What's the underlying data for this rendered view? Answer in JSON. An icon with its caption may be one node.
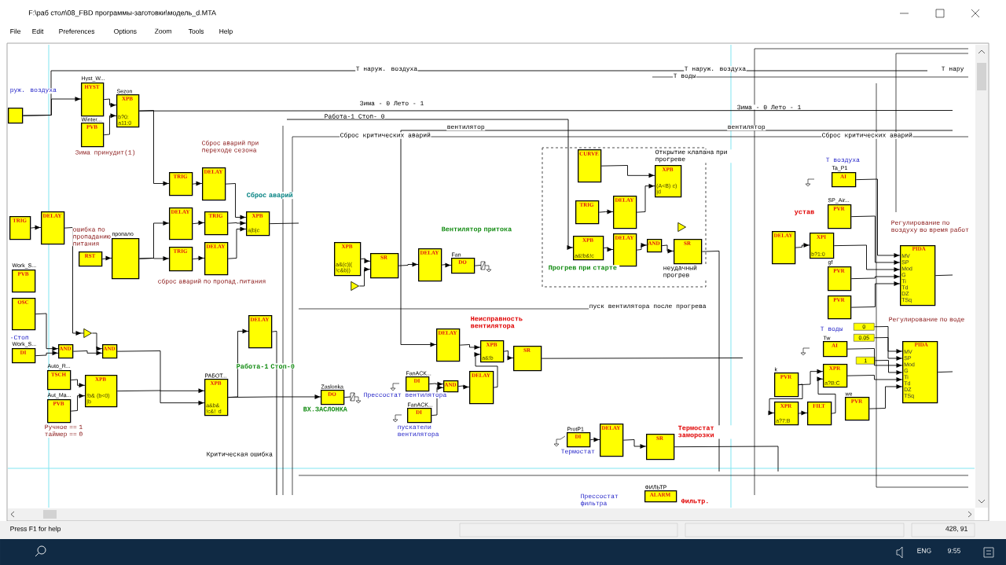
{
  "diagram": {
    "title": "F:\\раб стол\\08_FBD программы-заготовки\\модель_d.MTA",
    "nodes": [
      {
        "text": [],
        "shape": "box"
      },
      {
        "text": [
          "HYST"
        ],
        "beside": [
          "Hyst_W..."
        ]
      },
      {
        "text": [
          "PVB"
        ],
        "beside": [
          "Winter..."
        ]
      },
      {
        "text": [
          "XPB",
          "b?0: a11:0"
        ],
        "beside": [
          "Sezon"
        ]
      },
      {
        "text": [
          "TRIG"
        ]
      },
      {
        "text": [
          "DELAY"
        ]
      },
      {
        "text": [
          "DELAY"
        ]
      },
      {
        "text": [
          "TRIG"
        ]
      },
      {
        "text": [
          "TRIG"
        ]
      },
      {
        "text": [
          "DELAY"
        ]
      },
      {
        "text": [
          "XPB",
          "a|b|c"
        ]
      },
      {
        "text": [
          "TRIG"
        ]
      },
      {
        "text": [
          "DELAY"
        ]
      },
      {
        "text": [
          "RST"
        ]
      },
      {
        "text": [],
        "shape": "box",
        "beside": [
          "пропало"
        ]
      },
      {
        "text": [
          "PVB"
        ],
        "beside": [
          "Work_S..."
        ]
      },
      {
        "text": [
          "OSC"
        ]
      },
      {
        "text": [
          "DI"
        ],
        "beside": [
          "Work_S..."
        ]
      },
      {
        "text": [
          "AND"
        ]
      },
      {
        "text": [
          "AND"
        ]
      },
      {
        "text": [
          "TSCH"
        ],
        "beside": [
          "Auto_R..."
        ]
      },
      {
        "text": [
          "PVB"
        ],
        "beside": [
          "Aut_Ma..."
        ]
      },
      {
        "text": [
          "XPB",
          "!b& (b<0) |b"
        ]
      },
      {
        "text": [
          "XPB",
          "a&b& !c&! d"
        ],
        "beside": [
          "РАБОТ..."
        ]
      },
      {
        "text": [
          "DELAY"
        ]
      },
      {
        "text": [
          "DO"
        ],
        "beside": [
          "Zaslonka"
        ]
      },
      {
        "text": [
          "XPB",
          "a&(c)|( !c&b))"
        ]
      },
      {
        "text": [
          "SR"
        ]
      },
      {
        "text": [
          "DELAY"
        ]
      },
      {
        "text": [
          "DO"
        ],
        "beside": [
          "Fan"
        ]
      },
      {
        "text": [
          "CURVE"
        ]
      },
      {
        "text": [
          "TRIG"
        ]
      },
      {
        "text": [
          "XPB",
          "a&!b&!c"
        ]
      },
      {
        "text": [
          "DELAY"
        ]
      },
      {
        "text": [
          "DELAY"
        ]
      },
      {
        "text": [
          "XPB",
          "(A<B) c) |d"
        ]
      },
      {
        "text": [
          "AND"
        ]
      },
      {
        "text": [
          "SR"
        ]
      },
      {
        "text": [
          "DELAY"
        ]
      },
      {
        "text": [
          "XPB",
          "a&!b"
        ]
      },
      {
        "text": [
          "SR"
        ]
      },
      {
        "text": [
          "DI"
        ],
        "beside": [
          "FanACK..."
        ]
      },
      {
        "text": [
          "AND"
        ]
      },
      {
        "text": [
          "DELAY"
        ]
      },
      {
        "text": [
          "DI"
        ],
        "beside": [
          "FanACK..."
        ]
      },
      {
        "text": [
          "DI"
        ],
        "beside": [
          "ProtP1"
        ]
      },
      {
        "text": [
          "DELAY"
        ]
      },
      {
        "text": [
          "SR"
        ]
      },
      {
        "text": [
          "AI"
        ],
        "beside": [
          "Ta_P1"
        ]
      },
      {
        "text": [
          "PVR"
        ],
        "beside": [
          "SP_Air..."
        ]
      },
      {
        "text": [
          "DELAY"
        ]
      },
      {
        "text": [
          "XPI",
          "b?1:0"
        ]
      },
      {
        "text": [
          "PVR"
        ],
        "beside": [
          "gf"
        ]
      },
      {
        "text": [
          "PVR"
        ]
      },
      {
        "text": [
          "PIDA",
          "MV",
          "SP",
          "Mod",
          "G",
          "Ti",
          "Td",
          "DZ",
          "TSq"
        ]
      },
      {
        "text": [
          "0"
        ]
      },
      {
        "text": [
          "0.05"
        ]
      },
      {
        "text": [
          "AI"
        ],
        "beside": [
          "Tw"
        ]
      },
      {
        "text": [
          "1"
        ]
      },
      {
        "text": [
          "XPR",
          "a?B:C"
        ]
      },
      {
        "text": [
          "PVR"
        ],
        "beside": [
          "k"
        ]
      },
      {
        "text": [
          "XPR",
          "a?7:B"
        ]
      },
      {
        "text": [
          "FILT"
        ]
      },
      {
        "text": [
          "PVR"
        ],
        "beside": [
          "we"
        ]
      },
      {
        "text": [
          "PIDA",
          "MV",
          "SP",
          "Mod",
          "G",
          "Ti",
          "Td",
          "DZ",
          "TSq"
        ]
      },
      {
        "text": [
          "ALARM"
        ],
        "beside": [
          "ФИЛЬТР"
        ]
      },
      {
        "text": [],
        "shape": "triangle"
      },
      {
        "text": [],
        "shape": "triangle"
      },
      {
        "text": [],
        "shape": "triangle"
      }
    ],
    "edges": [
      {
        "from": 0,
        "to": 1,
        "arrow": "to"
      },
      {
        "from": 1,
        "to": 3,
        "arrow": "to"
      },
      {
        "from": 2,
        "to": 3,
        "arrow": "to"
      },
      {
        "from": 3,
        "to": 4,
        "arrow": "to"
      },
      {
        "from": 4,
        "to": 5,
        "arrow": "to"
      },
      {
        "from": 5,
        "to": 10,
        "arrow": "to"
      },
      {
        "from": 7,
        "to": 10,
        "arrow": "to"
      },
      {
        "from": 9,
        "to": 10,
        "arrow": "to"
      },
      {
        "from": 6,
        "to": 7,
        "arrow": "to"
      },
      {
        "from": 8,
        "to": 9,
        "arrow": "to"
      },
      {
        "from": 13,
        "to": 14,
        "arrow": "to"
      },
      {
        "from": 14,
        "to": 6,
        "arrow": "to"
      },
      {
        "from": 14,
        "to": 8,
        "arrow": "to"
      },
      {
        "from": 11,
        "to": 12,
        "arrow": "to"
      },
      {
        "from": 12,
        "to": 66,
        "arrow": "to"
      },
      {
        "from": 16,
        "to": 18,
        "arrow": "to"
      },
      {
        "from": 17,
        "to": 18,
        "arrow": "to"
      },
      {
        "from": 66,
        "to": 19,
        "arrow": "to"
      },
      {
        "from": 18,
        "to": 19,
        "arrow": "to"
      },
      {
        "from": 20,
        "to": 22,
        "arrow": "to"
      },
      {
        "from": 21,
        "to": 22,
        "arrow": "to"
      },
      {
        "from": 19,
        "to": 23,
        "arrow": "to"
      },
      {
        "from": 22,
        "to": 23,
        "arrow": "to"
      },
      {
        "from": 23,
        "to": 24,
        "arrow": "to"
      },
      {
        "from": 23,
        "to": 25,
        "arrow": "to"
      },
      {
        "from": 26,
        "to": 27,
        "arrow": "to"
      },
      {
        "from": 67,
        "to": 27,
        "arrow": "to"
      },
      {
        "from": 27,
        "to": 28,
        "arrow": "to"
      },
      {
        "from": 28,
        "to": 29,
        "arrow": "to"
      },
      {
        "from": 30,
        "to": 35,
        "arrow": "to"
      },
      {
        "from": 33,
        "to": 35,
        "arrow": "to"
      },
      {
        "from": 31,
        "to": 33,
        "arrow": "to"
      },
      {
        "from": 32,
        "to": 34,
        "arrow": "to"
      },
      {
        "from": 34,
        "to": 36,
        "arrow": "to"
      },
      {
        "from": 36,
        "to": 37,
        "arrow": "to"
      },
      {
        "from": 38,
        "to": 39,
        "arrow": "to"
      },
      {
        "from": 43,
        "to": 39,
        "arrow": "to"
      },
      {
        "from": 39,
        "to": 40,
        "arrow": "to"
      },
      {
        "from": 41,
        "to": 42,
        "arrow": "to"
      },
      {
        "from": 44,
        "to": 42,
        "arrow": "to"
      },
      {
        "from": 42,
        "to": 43,
        "arrow": "to"
      },
      {
        "from": 45,
        "to": 46,
        "arrow": "to"
      },
      {
        "from": 46,
        "to": 47,
        "arrow": "to"
      },
      {
        "from": 50,
        "to": 51,
        "arrow": "to"
      },
      {
        "from": 48,
        "to": 54,
        "arrow": "to"
      },
      {
        "from": 49,
        "to": 54,
        "arrow": "to"
      },
      {
        "from": 51,
        "to": 54,
        "arrow": "to"
      },
      {
        "from": 52,
        "to": 54,
        "arrow": "to"
      },
      {
        "from": 53,
        "to": 54,
        "arrow": "to"
      },
      {
        "from": 55,
        "to": 64,
        "arrow": "to"
      },
      {
        "from": 56,
        "to": 64,
        "arrow": "to"
      },
      {
        "from": 57,
        "to": 64,
        "arrow": "to"
      },
      {
        "from": 58,
        "to": 64,
        "arrow": "to"
      },
      {
        "from": 59,
        "to": 64,
        "arrow": "to"
      },
      {
        "from": 63,
        "to": 64,
        "arrow": "to"
      },
      {
        "from": 60,
        "to": 59,
        "arrow": "to"
      },
      {
        "from": 62,
        "to": 59,
        "arrow": "to"
      },
      {
        "from": 60,
        "to": 61,
        "arrow": "to"
      },
      {
        "from": 61,
        "to": 62,
        "arrow": "to"
      },
      {
        "from": 0,
        "to": null,
        "arrow": "none"
      },
      {
        "from": 3,
        "to": null,
        "arrow": "none"
      },
      {
        "from": 10,
        "to": null,
        "arrow": "none"
      },
      {
        "from": 24,
        "to": null,
        "arrow": "none"
      },
      {
        "from": null,
        "to": 32,
        "arrow": "to"
      },
      {
        "from": null,
        "to": 38,
        "arrow": "to"
      },
      {
        "from": 40,
        "to": null,
        "arrow": "none"
      },
      {
        "from": 37,
        "to": null,
        "arrow": "none"
      },
      {
        "from": 47,
        "to": null,
        "arrow": "none"
      },
      {
        "from": 54,
        "to": null,
        "arrow": "none"
      },
      {
        "from": 64,
        "to": null,
        "arrow": "none"
      },
      {
        "from": 29,
        "to": null,
        "arrow": "none"
      },
      {
        "from": 25,
        "to": null,
        "arrow": "none"
      }
    ],
    "labels": [
      "File",
      "Edit",
      "Preferences",
      "Options",
      "Zoom",
      "Tools",
      "Help",
      "Т наруж. воздуха",
      "Т наруж. воздуха",
      "Т нару",
      "Т воды",
      "руж. воздуха",
      "Зима - 0 Лето - 1",
      "Зима - 0 Лето - 1",
      "Работа-1 Стоп- 0",
      "вентилятор",
      "вентилятор",
      "Сброс критических аварий",
      "Сброс критических аварий",
      "Зима принудит(1)",
      "Сброс аварий при переходе сезона",
      "Открытие клапана при прогреве",
      "Т воздуха",
      "Сброс аварий",
      "устав",
      "Вентилятор притока",
      "ошибка по пропаданию питания",
      "Регулирование по воздуху во время работ",
      "Прогрев при старте",
      "неудачный прогрев",
      "сброс аварий по пропад.питания",
      "пуск вентилятора после прогрева",
      "Неисправность вентилятора",
      "Регулирование по воде",
      "Т воды",
      "-Стоп",
      "Работа-1 Стоп-0",
      "Прессостат вентилятора",
      "ВХ.ЗАСЛОНКА",
      "Ручное == 1 таймер == 0",
      "пускатели вентилятора",
      "Термостат заморозки",
      "Критическая ошибка",
      "Термостат",
      "Прессостат фильтра",
      "Фильтр.",
      "Press F1 for help",
      "428, 91",
      "ENG",
      "9:55"
    ]
  }
}
